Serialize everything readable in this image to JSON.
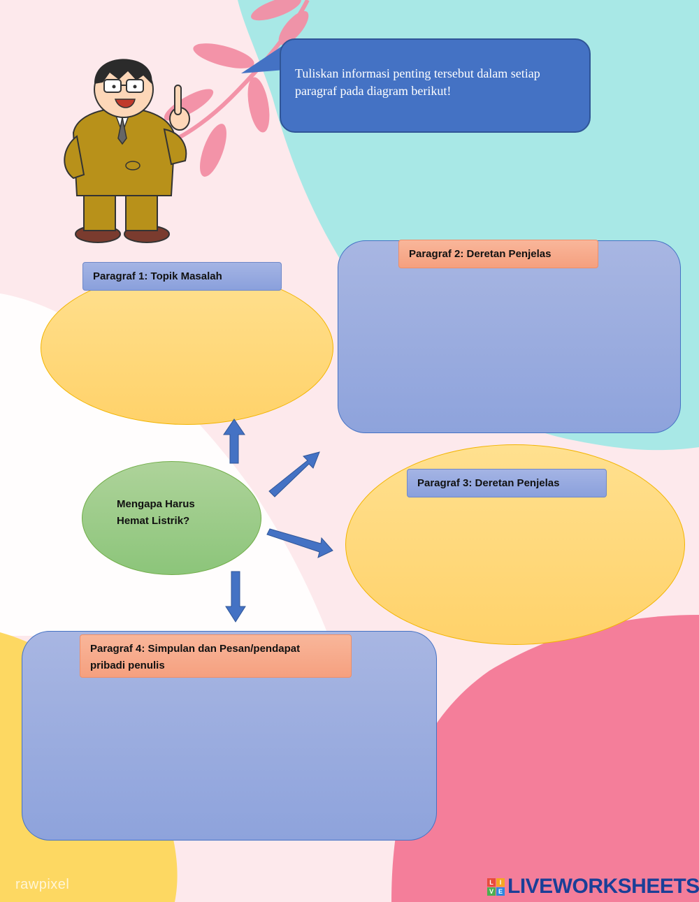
{
  "instruction": {
    "line1": "Tuliskan informasi penting tersebut dalam setiap",
    "line2": "paragraf pada diagram berikut!"
  },
  "center": {
    "line1": "Mengapa Harus",
    "line2": "Hemat Listrik?"
  },
  "paragraphs": [
    {
      "label": "Paragraf 1: Topik Masalah"
    },
    {
      "label": "Paragraf 2: Deretan Penjelas"
    },
    {
      "label": "Paragraf 3: Deretan Penjelas"
    },
    {
      "label_line1": "Paragraf 4: Simpulan dan Pesan/pendapat",
      "label_line2": "pribadi penulis"
    }
  ],
  "footer": {
    "watermark": "rawpixel",
    "brand": "LIVEWORKSHEETS",
    "brand_logo_letters": [
      "L",
      "I",
      "V",
      "E"
    ]
  },
  "colors": {
    "bubble": "#4472c4",
    "ellipse_fill": "#ffd878",
    "box_fill": "#9aabde",
    "center_fill": "#9ccb88",
    "arrow": "#4472c4",
    "label_orange": "#f6a888",
    "label_blue": "#97a9df"
  }
}
